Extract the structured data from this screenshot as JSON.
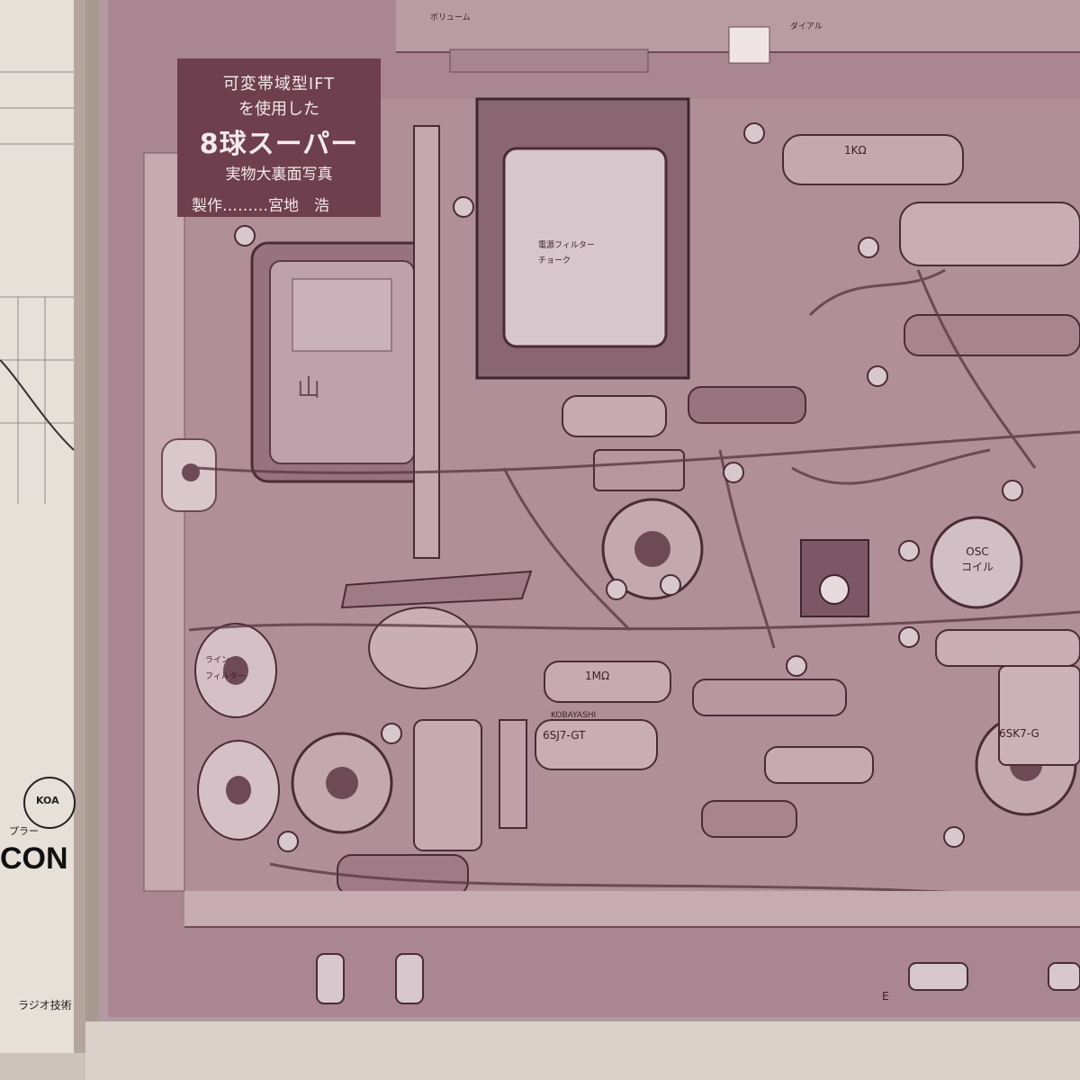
{
  "title_box": {
    "line1": "可変帯域型IFT",
    "line2": "を使用した",
    "line3": "8球スーパー",
    "line4": "実物大裏面写真",
    "line5": "製作………宮地　浩"
  },
  "labels": {
    "volume": "ボリューム",
    "dial": "ダイアル",
    "resistor_1k": "1KΩ",
    "choke": "電源フィルター\nチョーク",
    "line_filter": "ライン\nフィルター",
    "osc_coil": "OSC\nコイル",
    "tube_6sj7": "6SJ7-GT",
    "tube_6sk7": "6SK7-G",
    "resistor_1m": "1MΩ",
    "mark_e": "E",
    "kobayashi": "KOBAYASHI"
  },
  "left_page": {
    "logo_text": "KOA",
    "brand_fragment": "CON",
    "coupler_fragment": "プラー",
    "bottom_text": "ラジオ技術"
  }
}
